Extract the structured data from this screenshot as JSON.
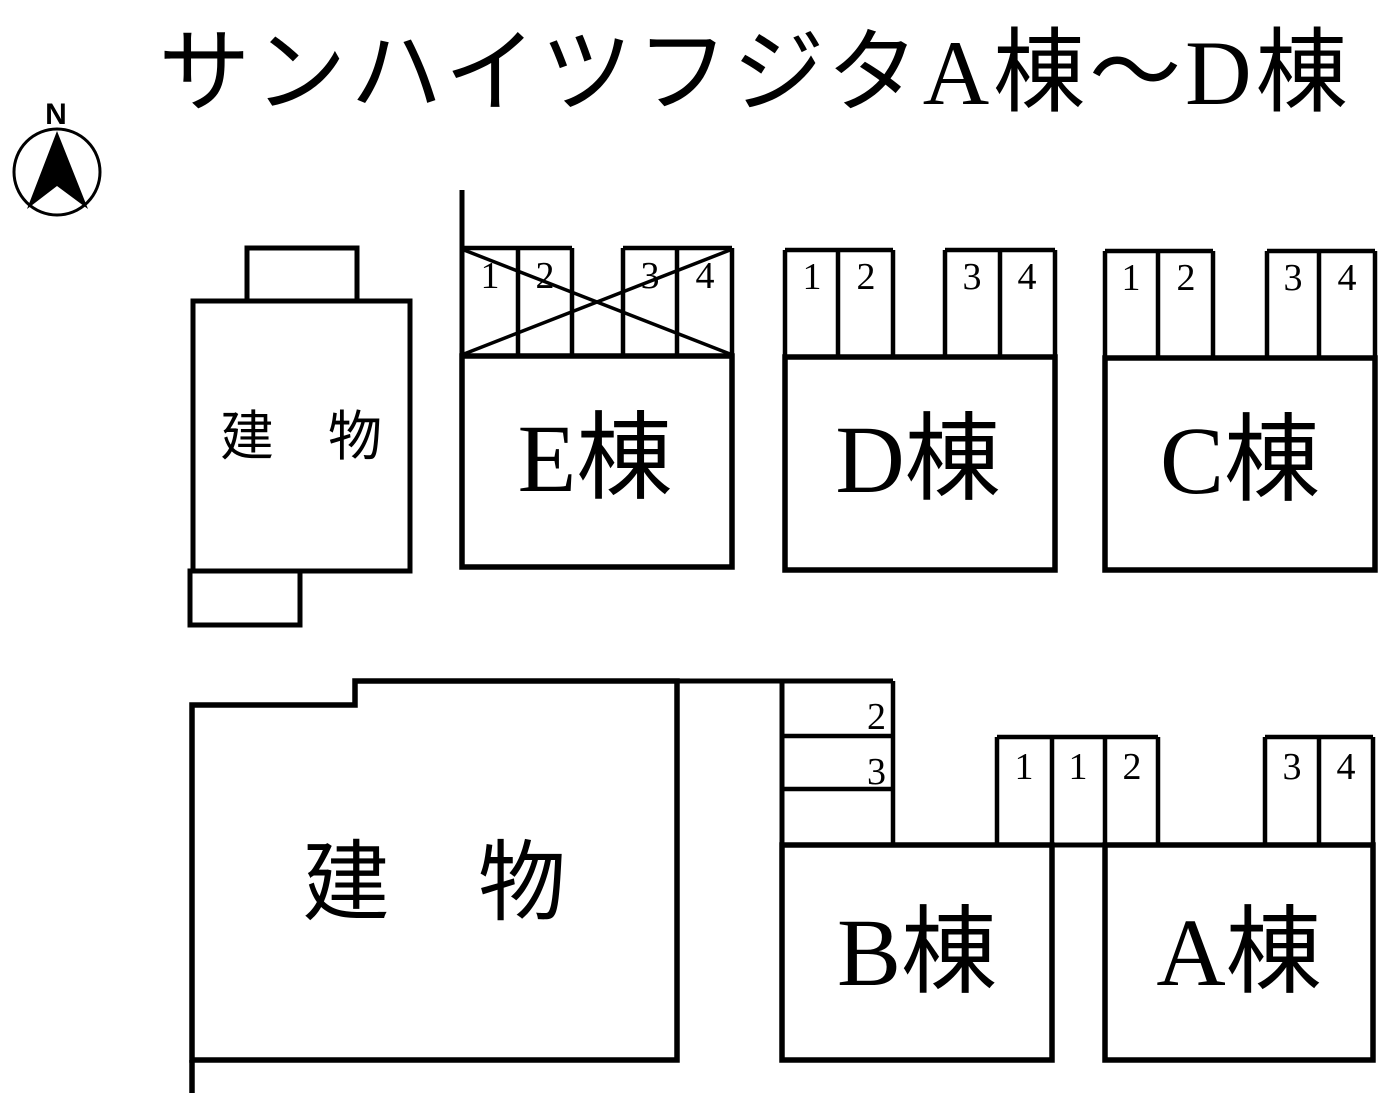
{
  "title": "サンハイツフジタA棟～D棟",
  "compass": {
    "label": "N"
  },
  "colors": {
    "line": "#000000",
    "background": "#ffffff"
  },
  "buildings": {
    "annex": {
      "label": "建　物"
    },
    "main": {
      "label": "建　物"
    },
    "e": {
      "label": "E棟",
      "spaces": [
        "1",
        "2",
        "3",
        "4"
      ],
      "spaces_crossed_out": true
    },
    "d": {
      "label": "D棟",
      "spaces": [
        "1",
        "2",
        "3",
        "4"
      ]
    },
    "c": {
      "label": "C棟",
      "spaces": [
        "1",
        "2",
        "3",
        "4"
      ]
    },
    "b": {
      "label": "B棟",
      "left_spaces": [
        "2",
        "3"
      ],
      "top_spaces": [
        "1"
      ]
    },
    "a": {
      "label": "A棟",
      "spaces": [
        "1",
        "2",
        "3",
        "4"
      ]
    }
  }
}
